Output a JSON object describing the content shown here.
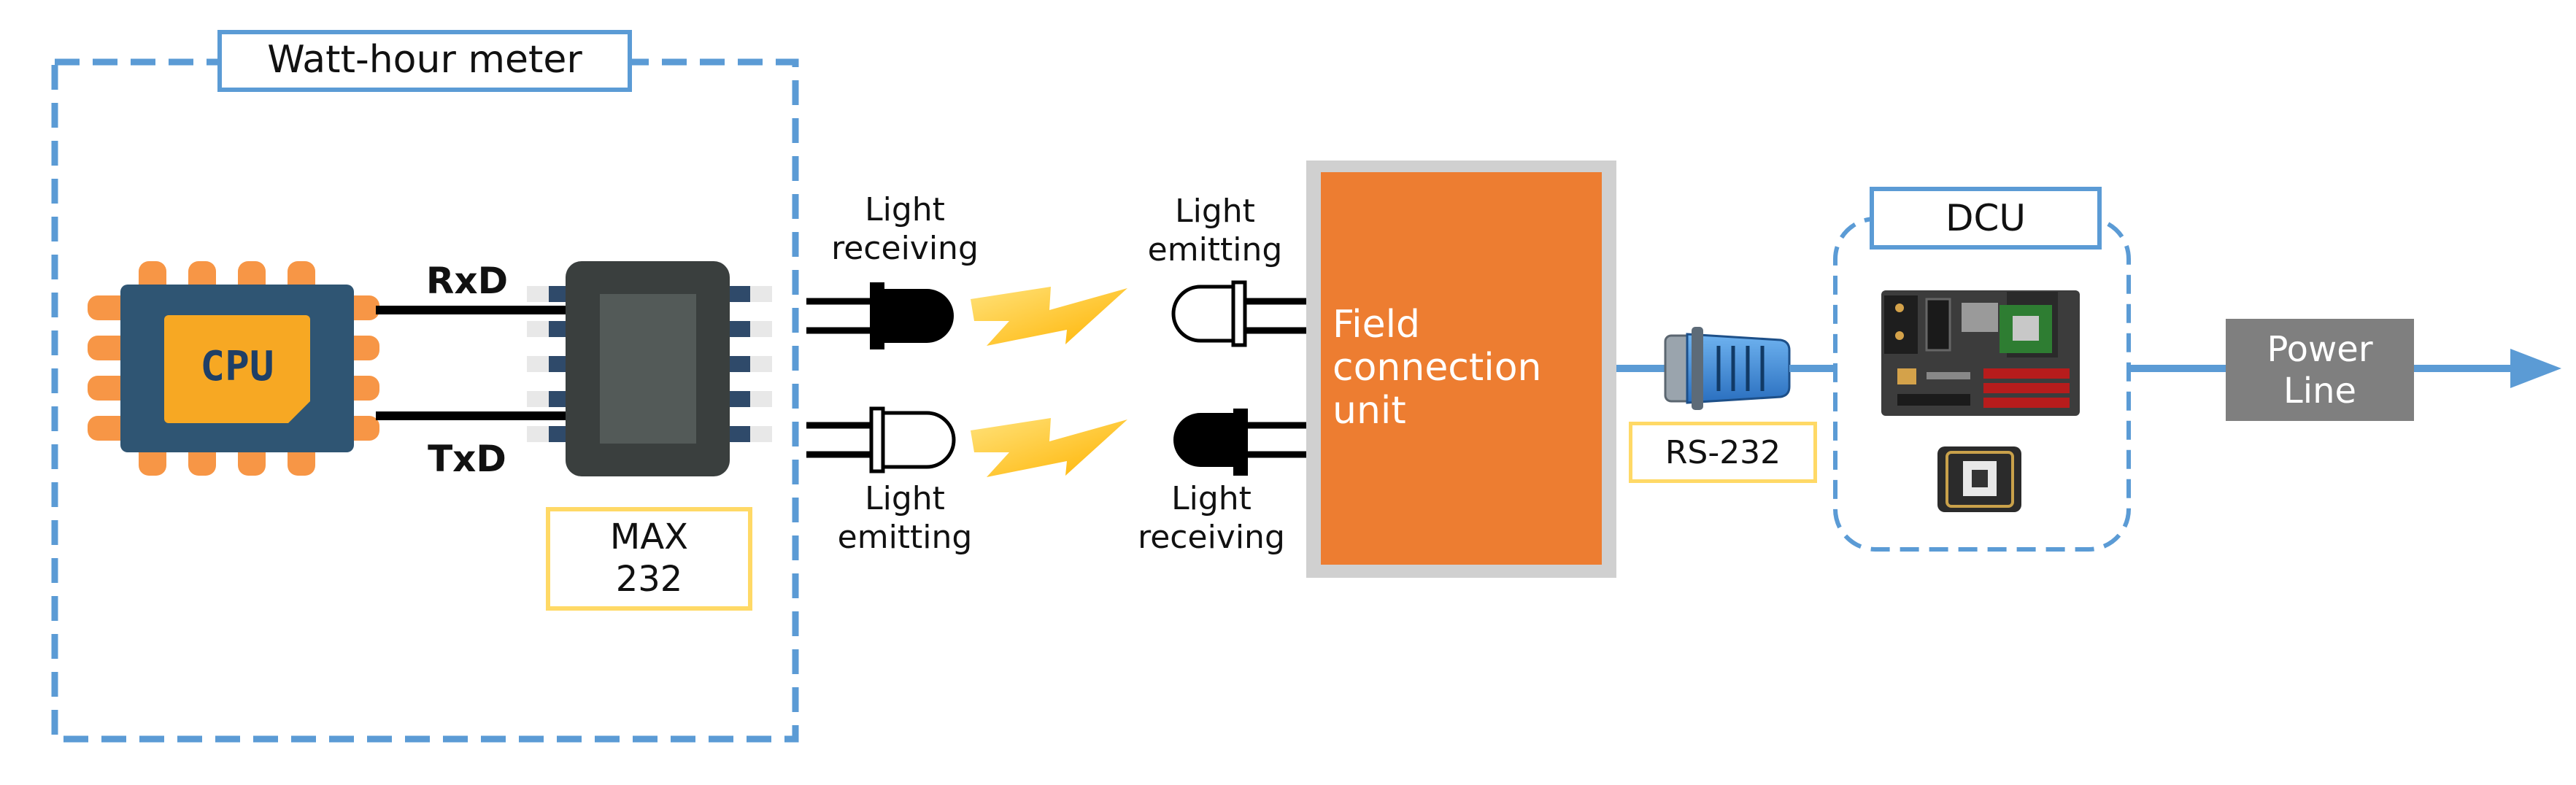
{
  "watt_hour_meter": {
    "title": "Watt-hour meter"
  },
  "cpu": {
    "label": "CPU"
  },
  "signals": {
    "rxd": "RxD",
    "txd": "TxD"
  },
  "max232": {
    "line1": "MAX",
    "line2": "232"
  },
  "meter_optics": {
    "top": {
      "line1": "Light",
      "line2": "receiving"
    },
    "bottom": {
      "line1": "Light",
      "line2": "emitting"
    }
  },
  "fcu_optics": {
    "top": {
      "line1": "Light",
      "line2": "emitting"
    },
    "bottom": {
      "line1": "Light",
      "line2": "receiving"
    }
  },
  "field_unit": {
    "line1": "Field",
    "line2": "connection",
    "line3": "unit"
  },
  "rs232": {
    "label": "RS-232"
  },
  "dcu": {
    "title": "DCU"
  },
  "power_line": {
    "line1": "Power",
    "line2": "Line"
  },
  "colors": {
    "dashed_blue": "#5b9bd5",
    "cpu_pin": "#f79646",
    "cpu_body": "#2f5573",
    "cpu_die": "#f7a823",
    "chip_body": "#3a3f3e",
    "field_unit_fill": "#ed7d31",
    "field_unit_frame": "#d0d0d0",
    "yellow_border": "#ffd966",
    "power_line_fill": "#7f7f7f",
    "lightning": "#ffc000",
    "connector_blue": "#4a90d9"
  }
}
